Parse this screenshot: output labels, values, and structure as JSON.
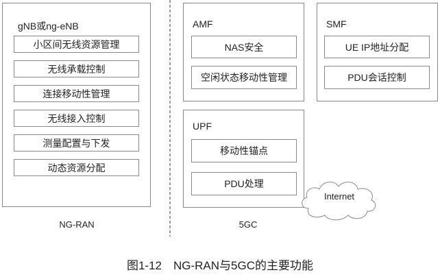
{
  "ran": {
    "node_title": "gNB或ng-eNB",
    "functions": [
      "小区间无线资源管理",
      "无线承载控制",
      "连接移动性管理",
      "无线接入控制",
      "测量配置与下发",
      "动态资源分配"
    ],
    "label": "NG-RAN"
  },
  "core": {
    "amf": {
      "title": "AMF",
      "functions": [
        "NAS安全",
        "空闲状态移动性管理"
      ]
    },
    "smf": {
      "title": "SMF",
      "functions": [
        "UE IP地址分配",
        "PDU会话控制"
      ]
    },
    "upf": {
      "title": "UPF",
      "functions": [
        "移动性锚点",
        "PDU处理"
      ]
    },
    "label": "5GC"
  },
  "internet": "Internet",
  "caption": "图1-12　NG-RAN与5GC的主要功能"
}
